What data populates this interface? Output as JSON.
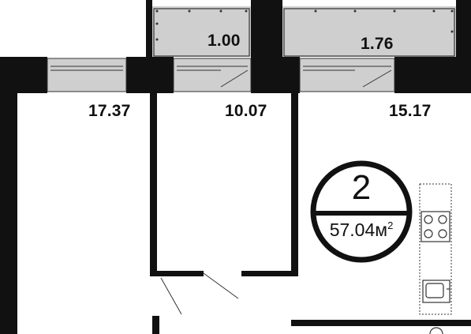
{
  "apartment": {
    "rooms_count": "2",
    "total_area": "57.04",
    "area_unit": "м",
    "area_unit_power": "2"
  },
  "rooms": {
    "balcony_left": "1.00",
    "balcony_right": "1.76",
    "room_left": "17.37",
    "room_middle": "10.07",
    "kitchen": "15.17"
  },
  "colors": {
    "wall": "#111111",
    "balcony_fill": "#cfcfcf",
    "window_fill": "#cfcfcf",
    "line": "#333333",
    "background": "#ffffff"
  }
}
